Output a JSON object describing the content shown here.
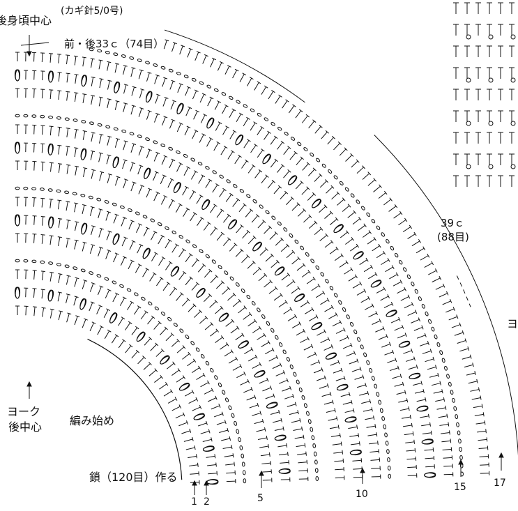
{
  "labels": {
    "back_center_top": "後身頃中心",
    "hook": "(カギ針5/0号)",
    "front_back_count": "前・後33ｃ（74目）",
    "yoke_line1": "ヨーク",
    "yoke_line2": "後中心",
    "start": "編み始め",
    "chain_start": "鎖（120目）作る",
    "right_count_line1": "39ｃ",
    "right_count_line2": "(88目)",
    "right_partial_label": "ヨ"
  },
  "row_numbers": [
    "1",
    "2",
    "5",
    "10",
    "15",
    "17"
  ],
  "colors": {
    "ink": "#111111",
    "background": "#ffffff"
  }
}
